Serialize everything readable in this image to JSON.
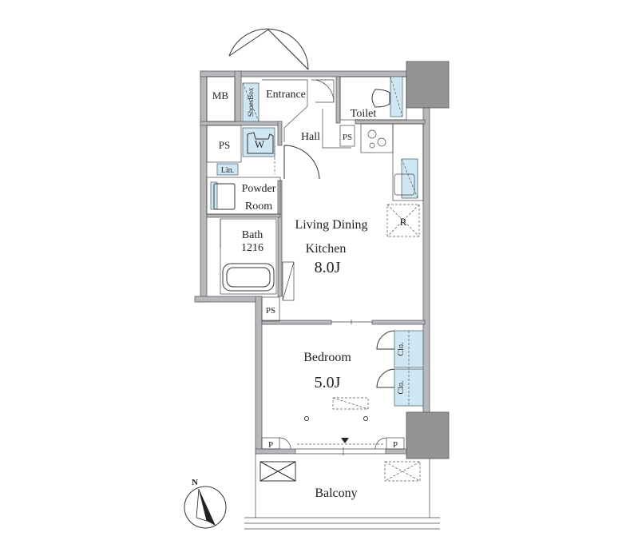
{
  "rooms": {
    "mb": "MB",
    "shoe_box": "ShoesBox",
    "entrance": "Entrance",
    "toilet": "Toilet",
    "ps_left": "PS",
    "w": "W",
    "hall": "Hall",
    "ps_kitchen": "PS",
    "lin": "Lin.",
    "powder_line1": "Powder",
    "powder_line2": "Room",
    "ldk_line1": "Living Dining",
    "ldk_line2": "Kitchen",
    "ldk_size": "8.0J",
    "r": "R",
    "bath_line1": "Bath",
    "bath_line2": "1216",
    "ps_lower": "PS",
    "bedroom": "Bedroom",
    "bedroom_size": "5.0J",
    "clo_top": "Clo.",
    "clo_bottom": "Clo.",
    "p_left": "P",
    "p_right": "P",
    "balcony": "Balcony"
  },
  "compass": {
    "north_label": "N"
  },
  "colors": {
    "wall": "#b6b8bb",
    "pillar": "#929496",
    "storage": "#cfe7f3"
  }
}
